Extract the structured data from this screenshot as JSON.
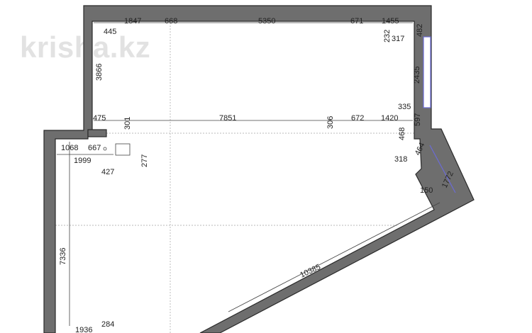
{
  "watermark": "krisha.kz",
  "dimensions": {
    "top_1847": "1847",
    "top_668": "668",
    "top_5350": "5350",
    "top_671": "671",
    "top_1455": "1455",
    "right_482": "482",
    "right_232": "232",
    "right_317": "317",
    "left_445": "445",
    "left_3866": "3866",
    "right_2435": "2435",
    "right_335": "335",
    "right_597": "597",
    "mid_475": "475",
    "mid_301": "301",
    "mid_7851": "7851",
    "mid_306": "306",
    "mid_672": "672",
    "mid_1420": "1420",
    "right_468": "468",
    "right_464": "464",
    "right_318": "318",
    "left_1068": "1068",
    "left_667": "667",
    "left_1999": "1999",
    "left_427": "427",
    "left_277": "277",
    "diag_1772": "1772",
    "diag_150": "150",
    "left_7336": "7336",
    "diag_10385": "10385",
    "bottom_1936": "1936",
    "bottom_284": "284"
  }
}
